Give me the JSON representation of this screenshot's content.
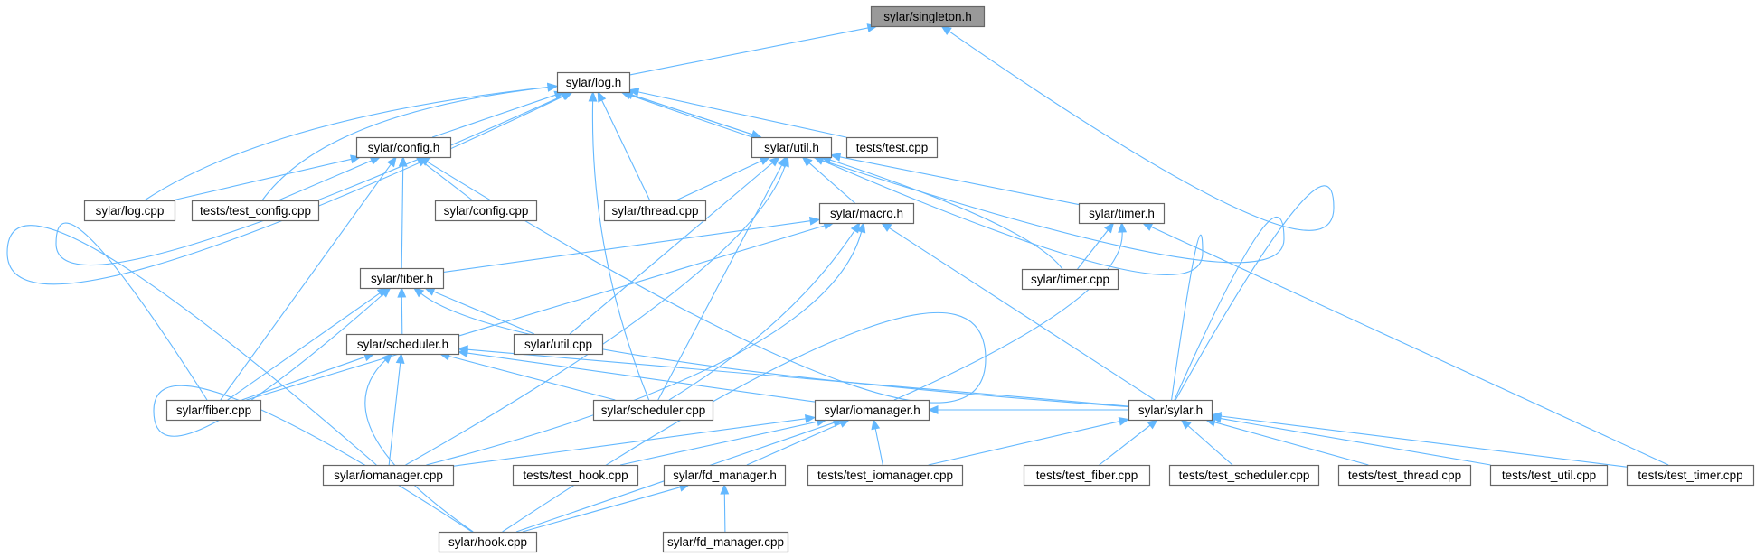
{
  "colors": {
    "edge": "#63b8ff",
    "node_border": "#666666",
    "root_fill": "#999999",
    "node_fill": "#ffffff"
  },
  "nodes": [
    {
      "id": "singleton_h",
      "label": "sylar/singleton.h",
      "root": true
    },
    {
      "id": "log_h",
      "label": "sylar/log.h"
    },
    {
      "id": "config_h",
      "label": "sylar/config.h"
    },
    {
      "id": "util_h",
      "label": "sylar/util.h"
    },
    {
      "id": "test_cpp",
      "label": "tests/test.cpp"
    },
    {
      "id": "log_cpp",
      "label": "sylar/log.cpp"
    },
    {
      "id": "test_config_cpp",
      "label": "tests/test_config.cpp"
    },
    {
      "id": "config_cpp",
      "label": "sylar/config.cpp"
    },
    {
      "id": "thread_cpp",
      "label": "sylar/thread.cpp"
    },
    {
      "id": "macro_h",
      "label": "sylar/macro.h"
    },
    {
      "id": "timer_h",
      "label": "sylar/timer.h"
    },
    {
      "id": "timer_cpp",
      "label": "sylar/timer.cpp"
    },
    {
      "id": "fiber_h",
      "label": "sylar/fiber.h"
    },
    {
      "id": "util_cpp",
      "label": "sylar/util.cpp"
    },
    {
      "id": "scheduler_h",
      "label": "sylar/scheduler.h"
    },
    {
      "id": "fiber_cpp",
      "label": "sylar/fiber.cpp"
    },
    {
      "id": "scheduler_cpp",
      "label": "sylar/scheduler.cpp"
    },
    {
      "id": "iomanager_h",
      "label": "sylar/iomanager.h"
    },
    {
      "id": "sylar_h",
      "label": "sylar/sylar.h"
    },
    {
      "id": "iomanager_cpp",
      "label": "sylar/iomanager.cpp"
    },
    {
      "id": "test_hook_cpp",
      "label": "tests/test_hook.cpp"
    },
    {
      "id": "fd_manager_h",
      "label": "sylar/fd_manager.h"
    },
    {
      "id": "test_iomanager_cpp",
      "label": "tests/test_iomanager.cpp"
    },
    {
      "id": "test_fiber_cpp",
      "label": "tests/test_fiber.cpp"
    },
    {
      "id": "test_scheduler_cpp",
      "label": "tests/test_scheduler.cpp"
    },
    {
      "id": "test_thread_cpp",
      "label": "tests/test_thread.cpp"
    },
    {
      "id": "test_util_cpp",
      "label": "tests/test_util.cpp"
    },
    {
      "id": "test_timer_cpp",
      "label": "tests/test_timer.cpp"
    },
    {
      "id": "hook_cpp",
      "label": "sylar/hook.cpp"
    },
    {
      "id": "fd_manager_cpp",
      "label": "sylar/fd_manager.cpp"
    }
  ],
  "edges": [
    [
      "log_h",
      "singleton_h"
    ],
    [
      "sylar_h",
      "singleton_h"
    ],
    [
      "config_h",
      "log_h"
    ],
    [
      "util_h",
      "log_h"
    ],
    [
      "test_cpp",
      "log_h"
    ],
    [
      "log_cpp",
      "log_h"
    ],
    [
      "test_config_cpp",
      "log_h"
    ],
    [
      "thread_cpp",
      "log_h"
    ],
    [
      "fiber_cpp",
      "log_h"
    ],
    [
      "scheduler_cpp",
      "log_h"
    ],
    [
      "iomanager_cpp",
      "log_h"
    ],
    [
      "sylar_h",
      "log_h"
    ],
    [
      "log_h",
      "util_h"
    ],
    [
      "log_cpp",
      "config_h"
    ],
    [
      "test_config_cpp",
      "config_h"
    ],
    [
      "config_cpp",
      "config_h"
    ],
    [
      "fiber_h",
      "config_h"
    ],
    [
      "fiber_cpp",
      "config_h"
    ],
    [
      "hook_cpp",
      "config_h"
    ],
    [
      "thread_cpp",
      "util_h"
    ],
    [
      "macro_h",
      "util_h"
    ],
    [
      "timer_h",
      "util_h"
    ],
    [
      "timer_cpp",
      "util_h"
    ],
    [
      "util_cpp",
      "util_h"
    ],
    [
      "scheduler_cpp",
      "util_h"
    ],
    [
      "sylar_h",
      "util_h"
    ],
    [
      "iomanager_cpp",
      "util_h"
    ],
    [
      "fiber_h",
      "macro_h"
    ],
    [
      "fiber_cpp",
      "macro_h"
    ],
    [
      "scheduler_cpp",
      "macro_h"
    ],
    [
      "iomanager_cpp",
      "macro_h"
    ],
    [
      "sylar_h",
      "macro_h"
    ],
    [
      "timer_cpp",
      "timer_h"
    ],
    [
      "iomanager_h",
      "timer_h"
    ],
    [
      "test_timer_cpp",
      "timer_h"
    ],
    [
      "scheduler_h",
      "fiber_h"
    ],
    [
      "util_cpp",
      "fiber_h"
    ],
    [
      "fiber_cpp",
      "fiber_h"
    ],
    [
      "sylar_h",
      "fiber_h"
    ],
    [
      "hook_cpp",
      "fiber_h"
    ],
    [
      "fiber_cpp",
      "scheduler_h"
    ],
    [
      "scheduler_cpp",
      "scheduler_h"
    ],
    [
      "iomanager_h",
      "scheduler_h"
    ],
    [
      "sylar_h",
      "scheduler_h"
    ],
    [
      "iomanager_cpp",
      "scheduler_h"
    ],
    [
      "hook_cpp",
      "scheduler_h"
    ],
    [
      "iomanager_cpp",
      "iomanager_h"
    ],
    [
      "test_hook_cpp",
      "iomanager_h"
    ],
    [
      "fd_manager_h",
      "iomanager_h"
    ],
    [
      "test_iomanager_cpp",
      "iomanager_h"
    ],
    [
      "hook_cpp",
      "iomanager_h"
    ],
    [
      "sylar_h",
      "iomanager_h"
    ],
    [
      "test_iomanager_cpp",
      "sylar_h"
    ],
    [
      "test_fiber_cpp",
      "sylar_h"
    ],
    [
      "test_scheduler_cpp",
      "sylar_h"
    ],
    [
      "test_thread_cpp",
      "sylar_h"
    ],
    [
      "test_util_cpp",
      "sylar_h"
    ],
    [
      "test_timer_cpp",
      "sylar_h"
    ],
    [
      "hook_cpp",
      "fd_manager_h"
    ],
    [
      "fd_manager_cpp",
      "fd_manager_h"
    ]
  ]
}
